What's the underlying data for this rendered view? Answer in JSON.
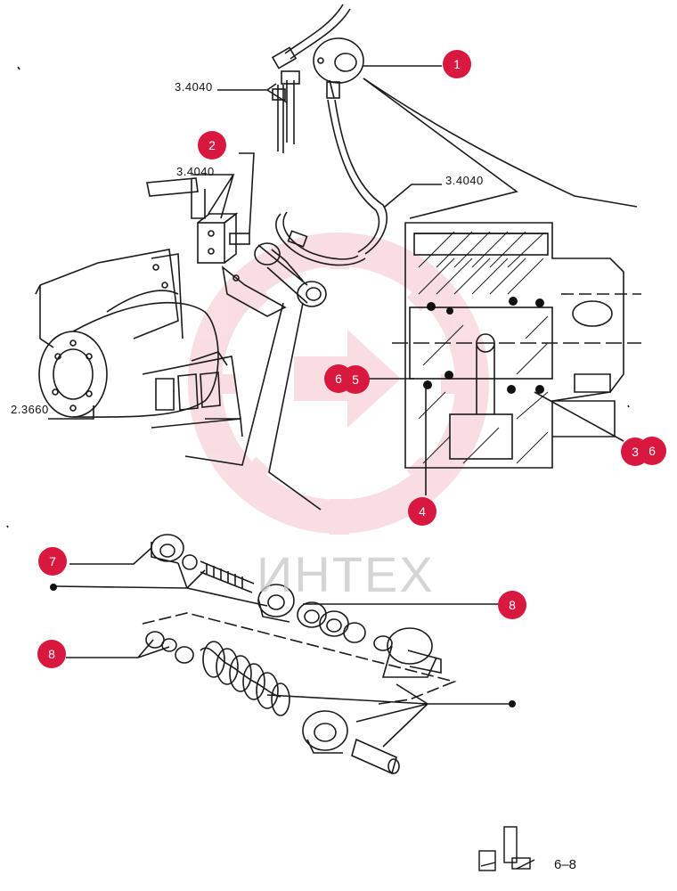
{
  "colors": {
    "badge": "#d8183f",
    "watermark": "#e8899a",
    "ink": "#1a1a1a"
  },
  "part_labels": {
    "top": "3.4040",
    "left_mid": "3.4040",
    "right_mid": "3.4040",
    "housing": "2.3660"
  },
  "callouts": {
    "c1": "1",
    "c2": "2",
    "c3": "3",
    "c4": "4",
    "c5": "5",
    "c6a": "6",
    "c6b": "6",
    "c7": "7",
    "c8a": "8",
    "c8b": "8"
  },
  "watermark_text": "ИНТЕХ",
  "page_number": "6–8"
}
